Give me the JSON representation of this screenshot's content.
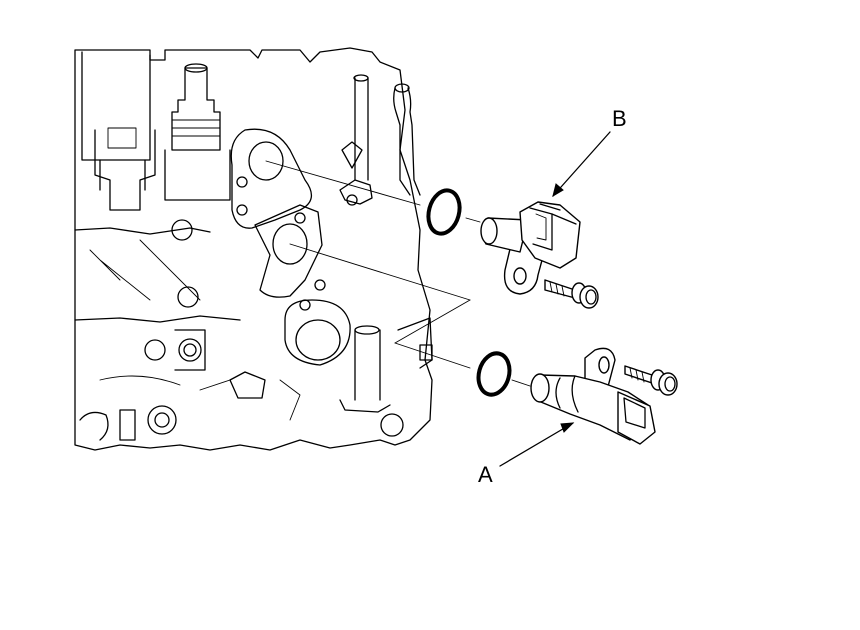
{
  "labels": {
    "a": "A",
    "b": "B"
  },
  "parts": {
    "engine_block": "engine-block",
    "sensor_a": "camshaft-position-sensor",
    "sensor_b": "crankshaft-position-sensor"
  }
}
